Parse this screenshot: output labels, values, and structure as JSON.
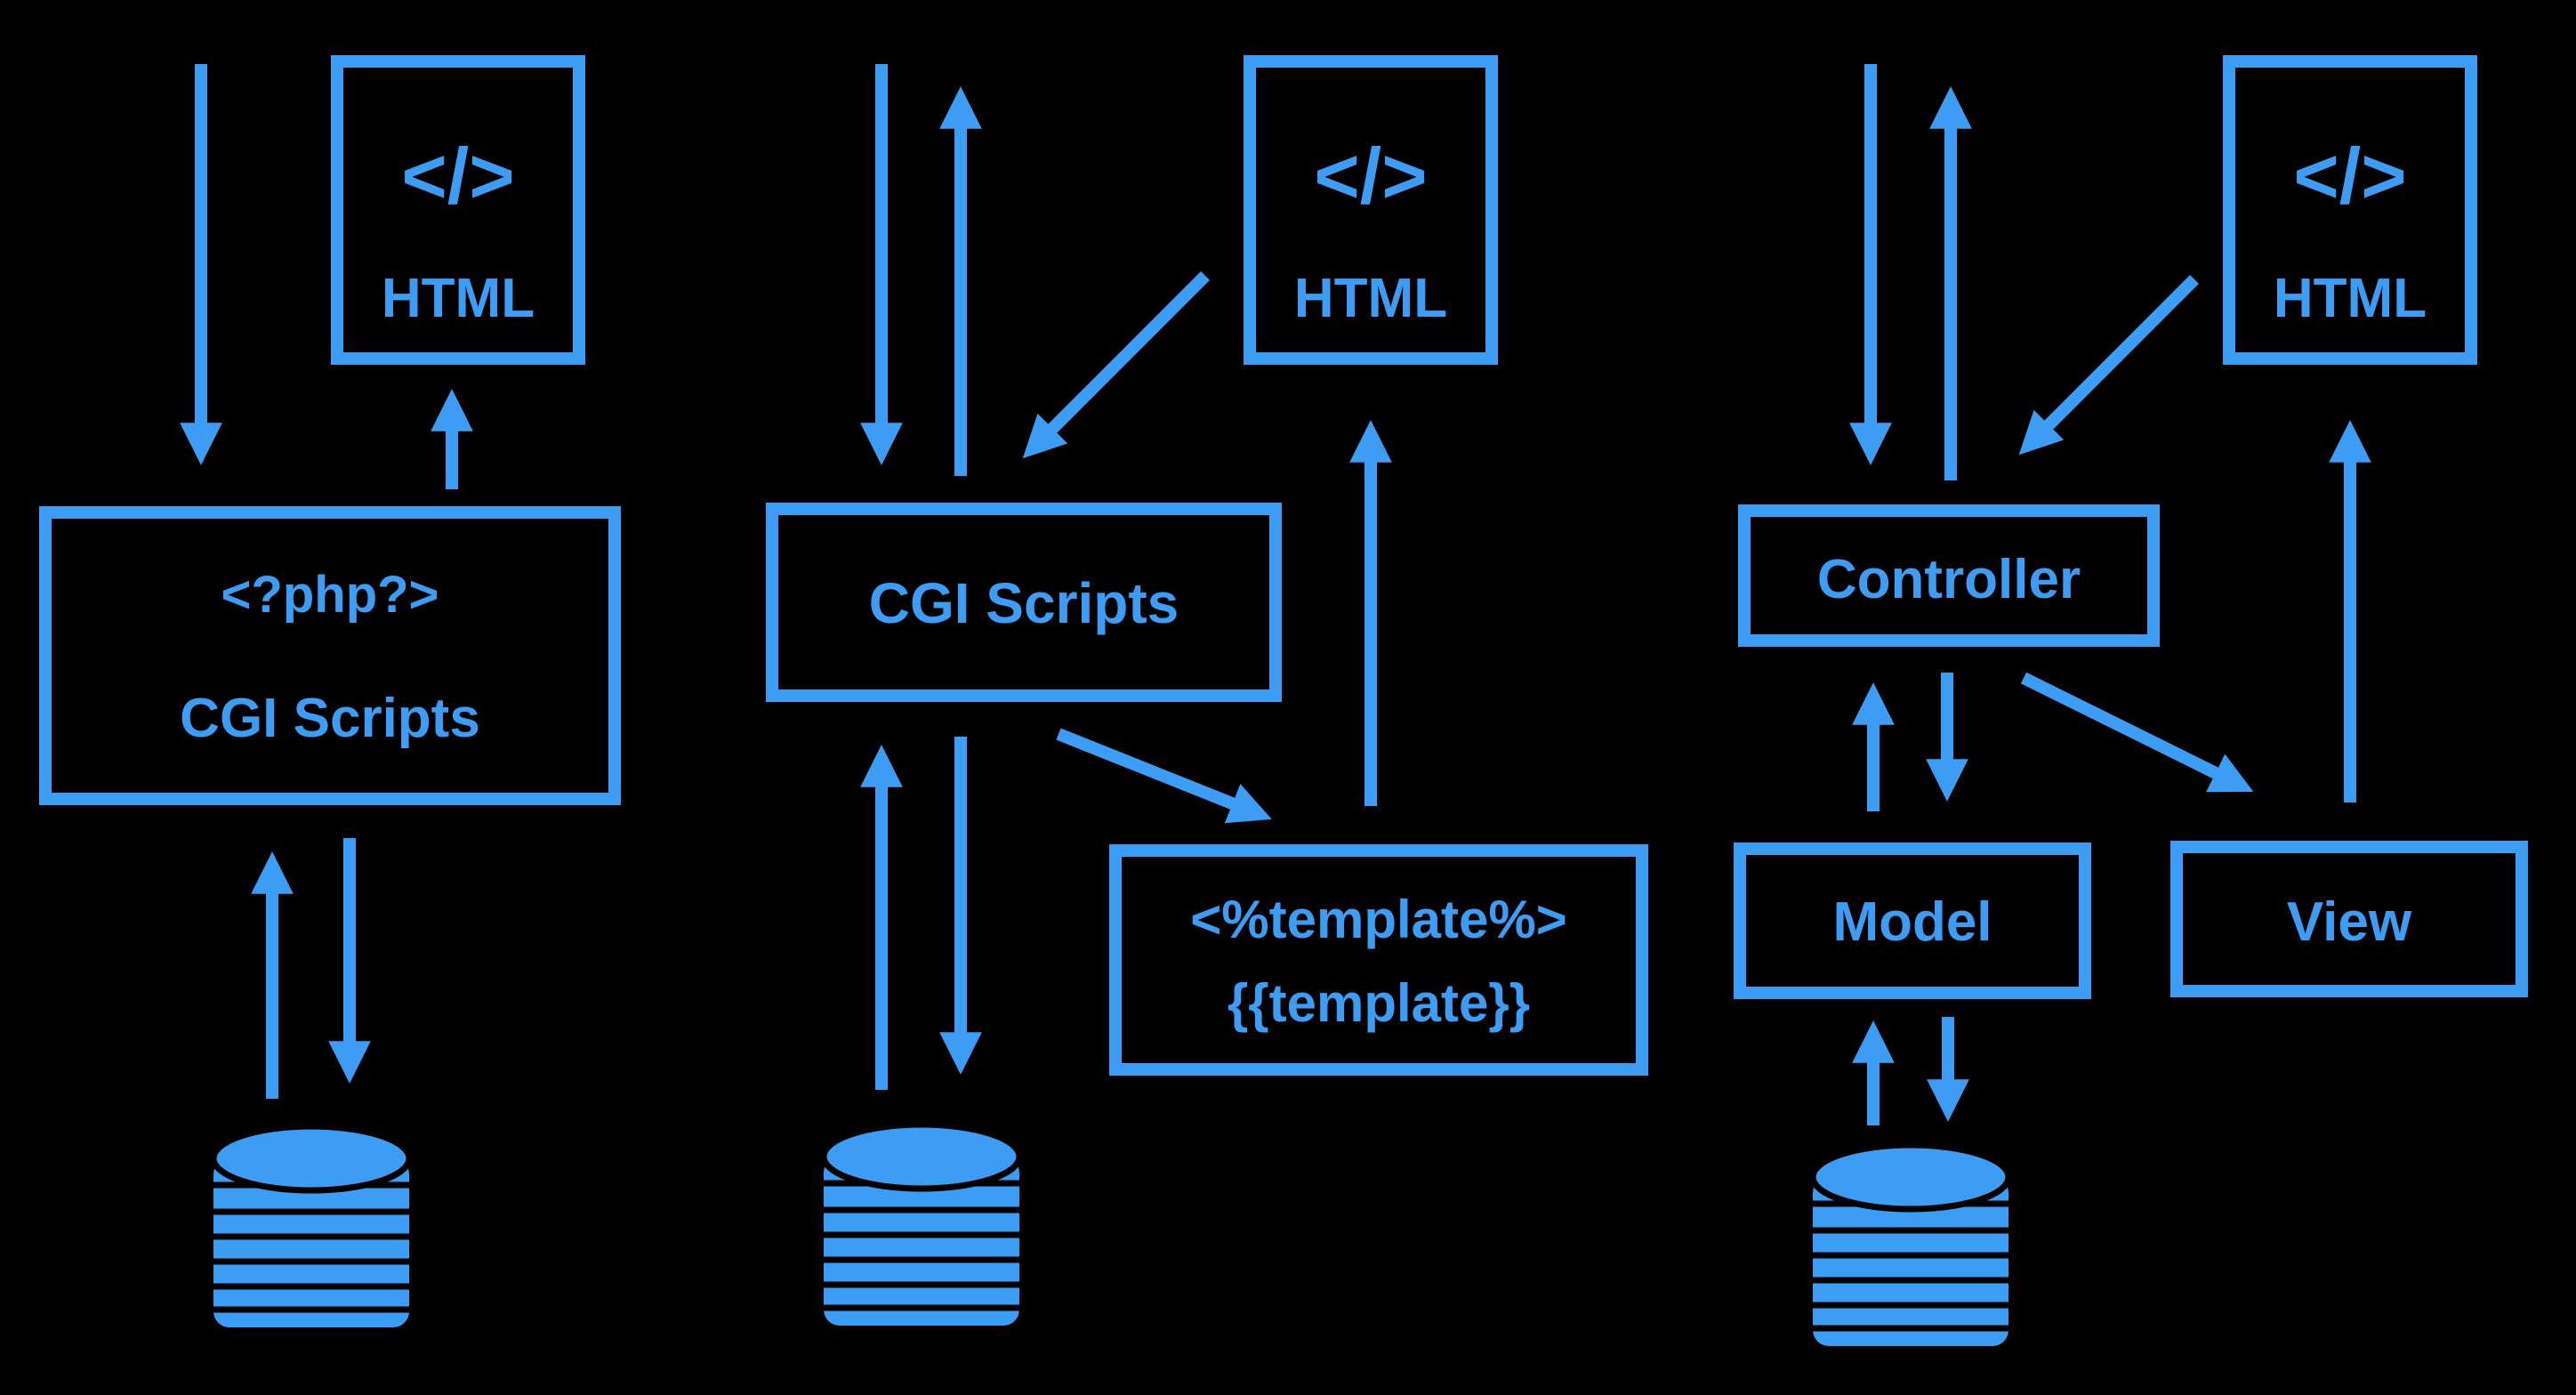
{
  "colors": {
    "background": "#000000",
    "accent": "#3d9df5"
  },
  "icons": {
    "html_file": "code-file-icon",
    "database": "database-icon",
    "arrow": "arrow-icon"
  },
  "panel_php": {
    "html_code": "</>",
    "html_label": "HTML",
    "box_line1": "<?php?>",
    "box_line2": "CGI Scripts"
  },
  "panel_template": {
    "html_code": "</>",
    "html_label": "HTML",
    "cgi_label": "CGI Scripts",
    "template_line1": "<%template%>",
    "template_line2": "{{template}}"
  },
  "panel_mvc": {
    "html_code": "</>",
    "html_label": "HTML",
    "controller_label": "Controller",
    "model_label": "Model",
    "view_label": "View"
  }
}
